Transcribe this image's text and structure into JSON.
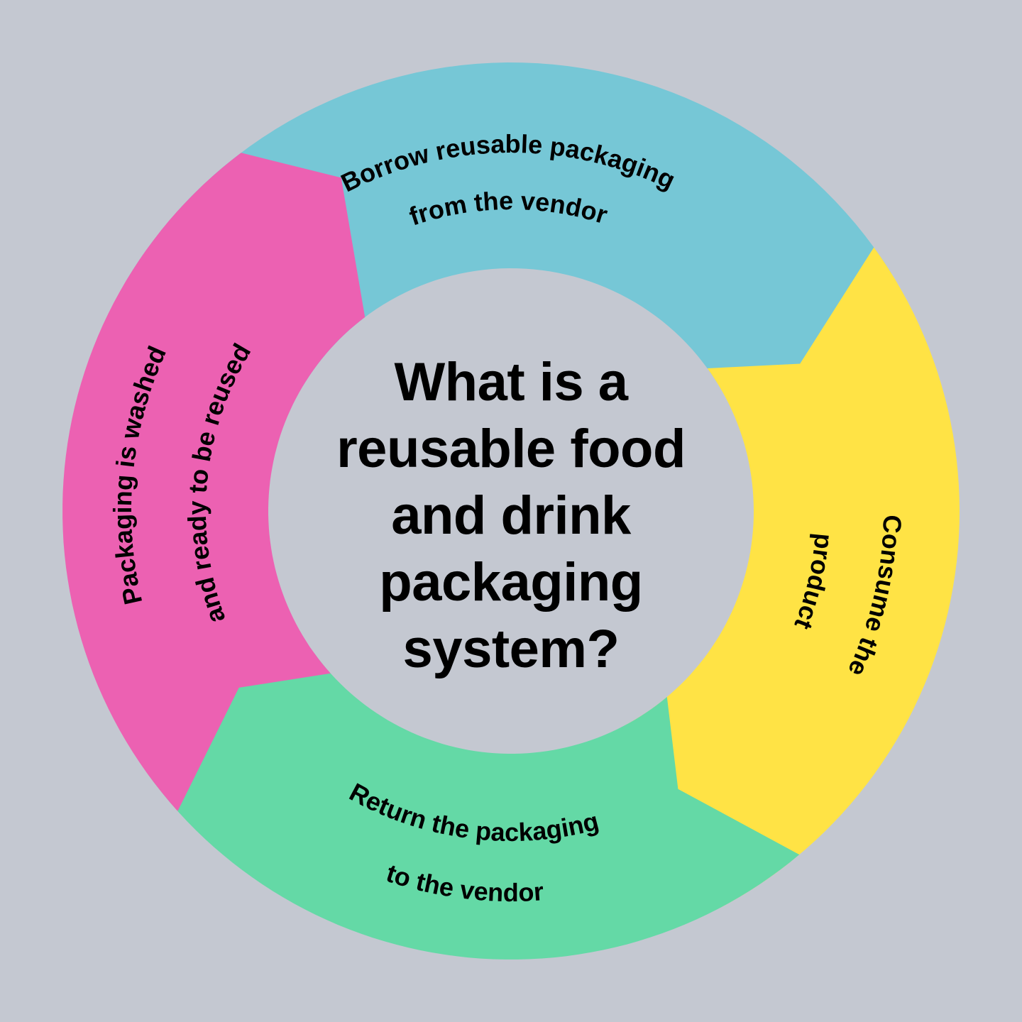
{
  "diagram": {
    "background": "#c4c8d1",
    "title_lines": [
      "What is a",
      "reusable food",
      "and drink",
      "packaging",
      "system?"
    ],
    "steps": [
      {
        "id": "borrow",
        "color": "#76c7d6",
        "lines": [
          "Borrow reusable packaging",
          "from the vendor"
        ]
      },
      {
        "id": "consume",
        "color": "#ffe345",
        "lines": [
          "Consume the",
          "product"
        ]
      },
      {
        "id": "return",
        "color": "#64d9a6",
        "lines": [
          "Return the packaging",
          "to the vendor"
        ]
      },
      {
        "id": "wash",
        "color": "#ec61b2",
        "lines": [
          "Packaging is washed",
          "and ready to be reused"
        ]
      }
    ]
  }
}
